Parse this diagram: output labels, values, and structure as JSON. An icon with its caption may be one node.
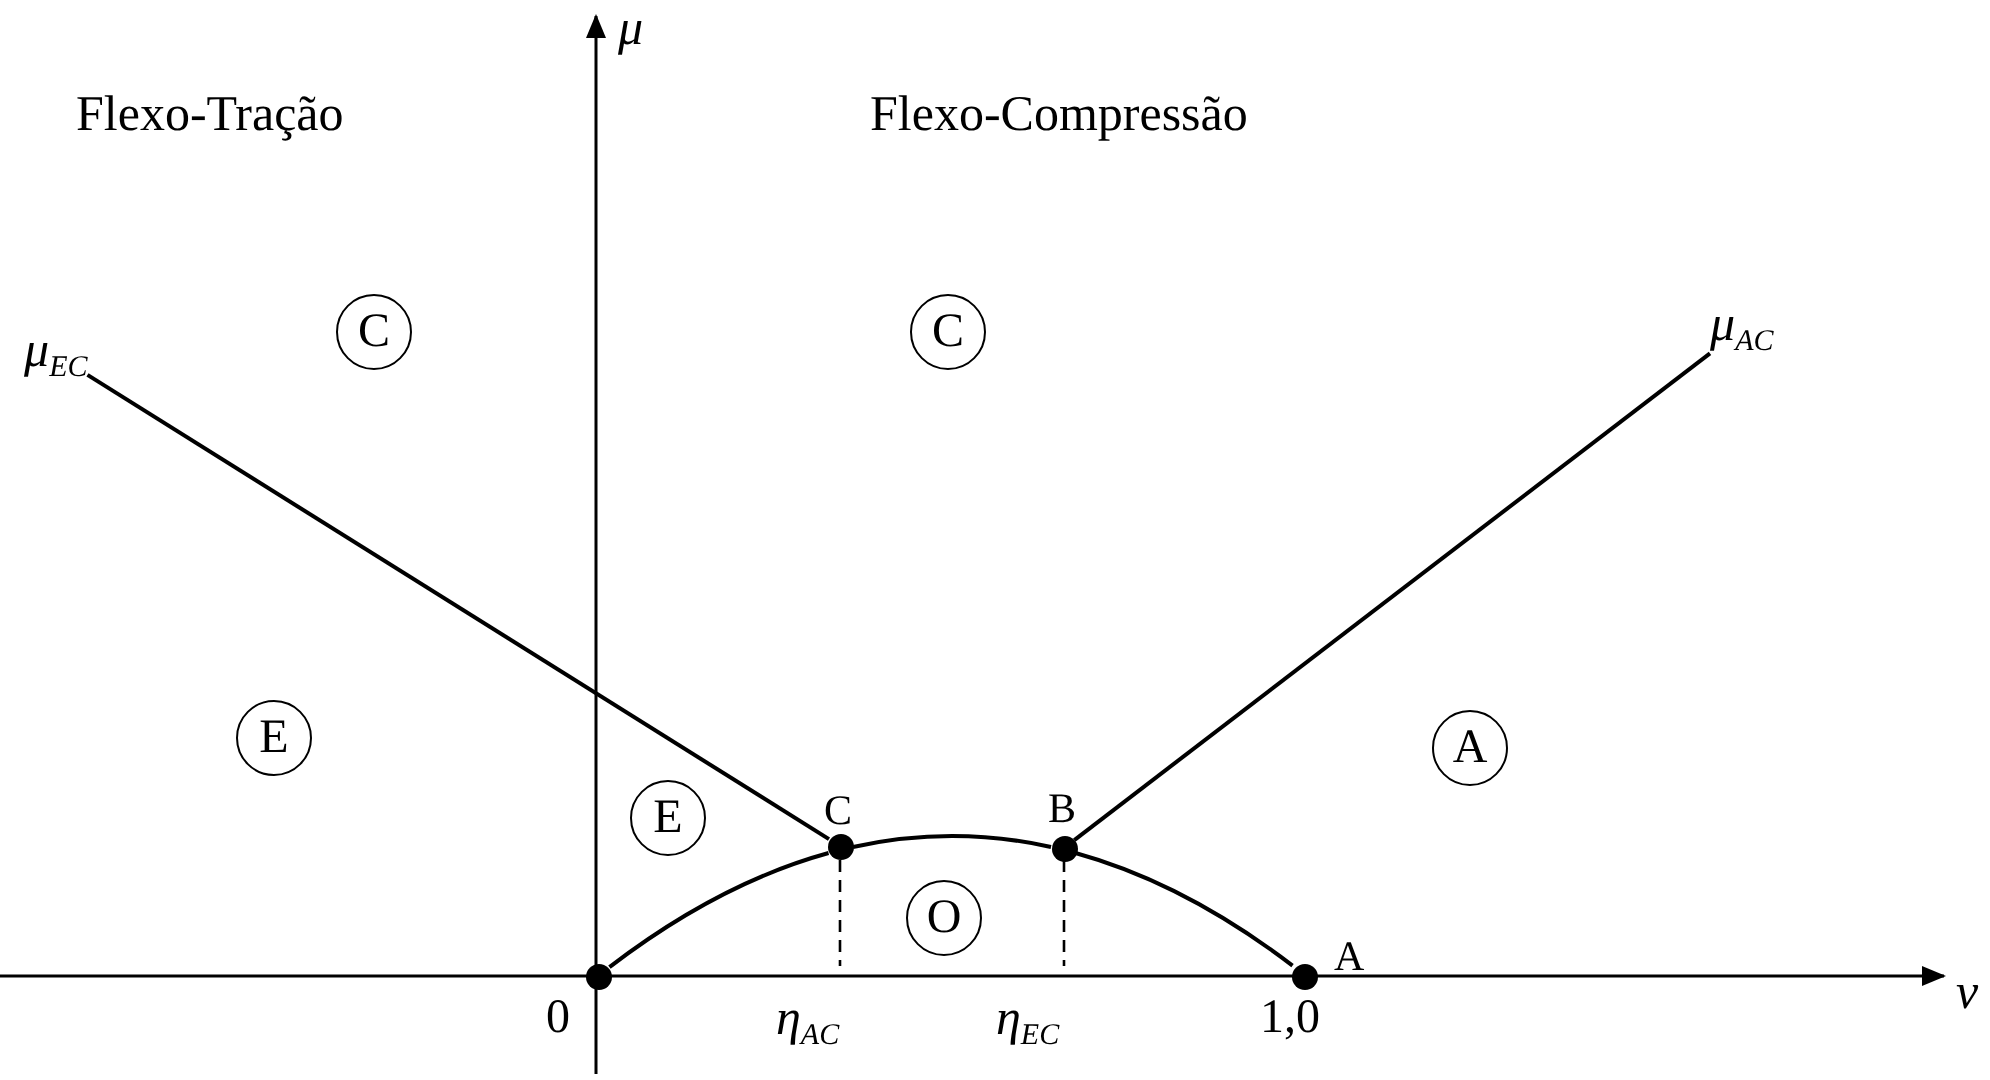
{
  "diagram": {
    "nodes": [
      {
        "text": [
          "μ$_{EC}$"
        ]
      },
      {
        "text": [
          "μ$_{AC}$"
        ]
      },
      {
        "text": [
          "C"
        ]
      },
      {
        "text": [
          "C"
        ]
      },
      {
        "text": [
          "E"
        ]
      },
      {
        "text": [
          "E"
        ]
      },
      {
        "text": [
          "A"
        ]
      },
      {
        "text": [
          "O"
        ]
      },
      {
        "text": [],
        "shape": "circle"
      },
      {
        "text": [],
        "shape": "circle",
        "beside": [
          "C"
        ]
      },
      {
        "text": [],
        "shape": "circle",
        "beside": [
          "B"
        ]
      },
      {
        "text": [],
        "shape": "circle",
        "beside": [
          "A"
        ]
      }
    ],
    "edges": [
      {
        "from": 0,
        "to": 9,
        "arrow": "none"
      },
      {
        "from": 10,
        "to": 1,
        "arrow": "none"
      },
      {
        "from": 8,
        "to": 9,
        "arrow": "none"
      },
      {
        "from": 9,
        "to": 10,
        "arrow": "none"
      },
      {
        "from": 10,
        "to": 11,
        "arrow": "none"
      }
    ],
    "labels": [
      "μ",
      "Flexo-Tração",
      "Flexo-Compressão",
      "ν",
      "0",
      "η$_{AC}$",
      "η$_{EC}$",
      "1,0"
    ]
  }
}
